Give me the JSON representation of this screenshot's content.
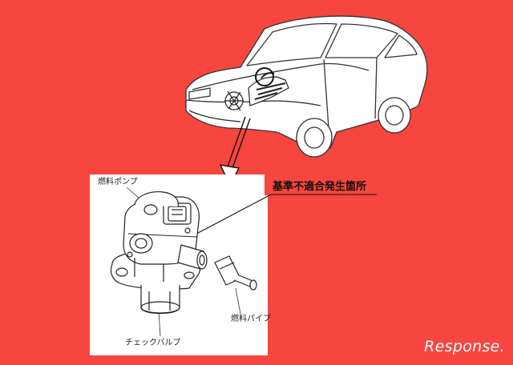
{
  "figure": {
    "callout_label": "基準不適合発生箇所",
    "parts": {
      "fuel_pump": "燃料ポンプ",
      "check_valve": "チェックバルブ",
      "fuel_pipe": "燃料パイプ"
    },
    "brand_logo": "Response."
  },
  "colors": {
    "background": "#f7453f",
    "panel": "#ffffff",
    "line": "#333333"
  },
  "icons": [
    "car-illustration",
    "fuel-pump-illustration",
    "arrow-icon"
  ]
}
